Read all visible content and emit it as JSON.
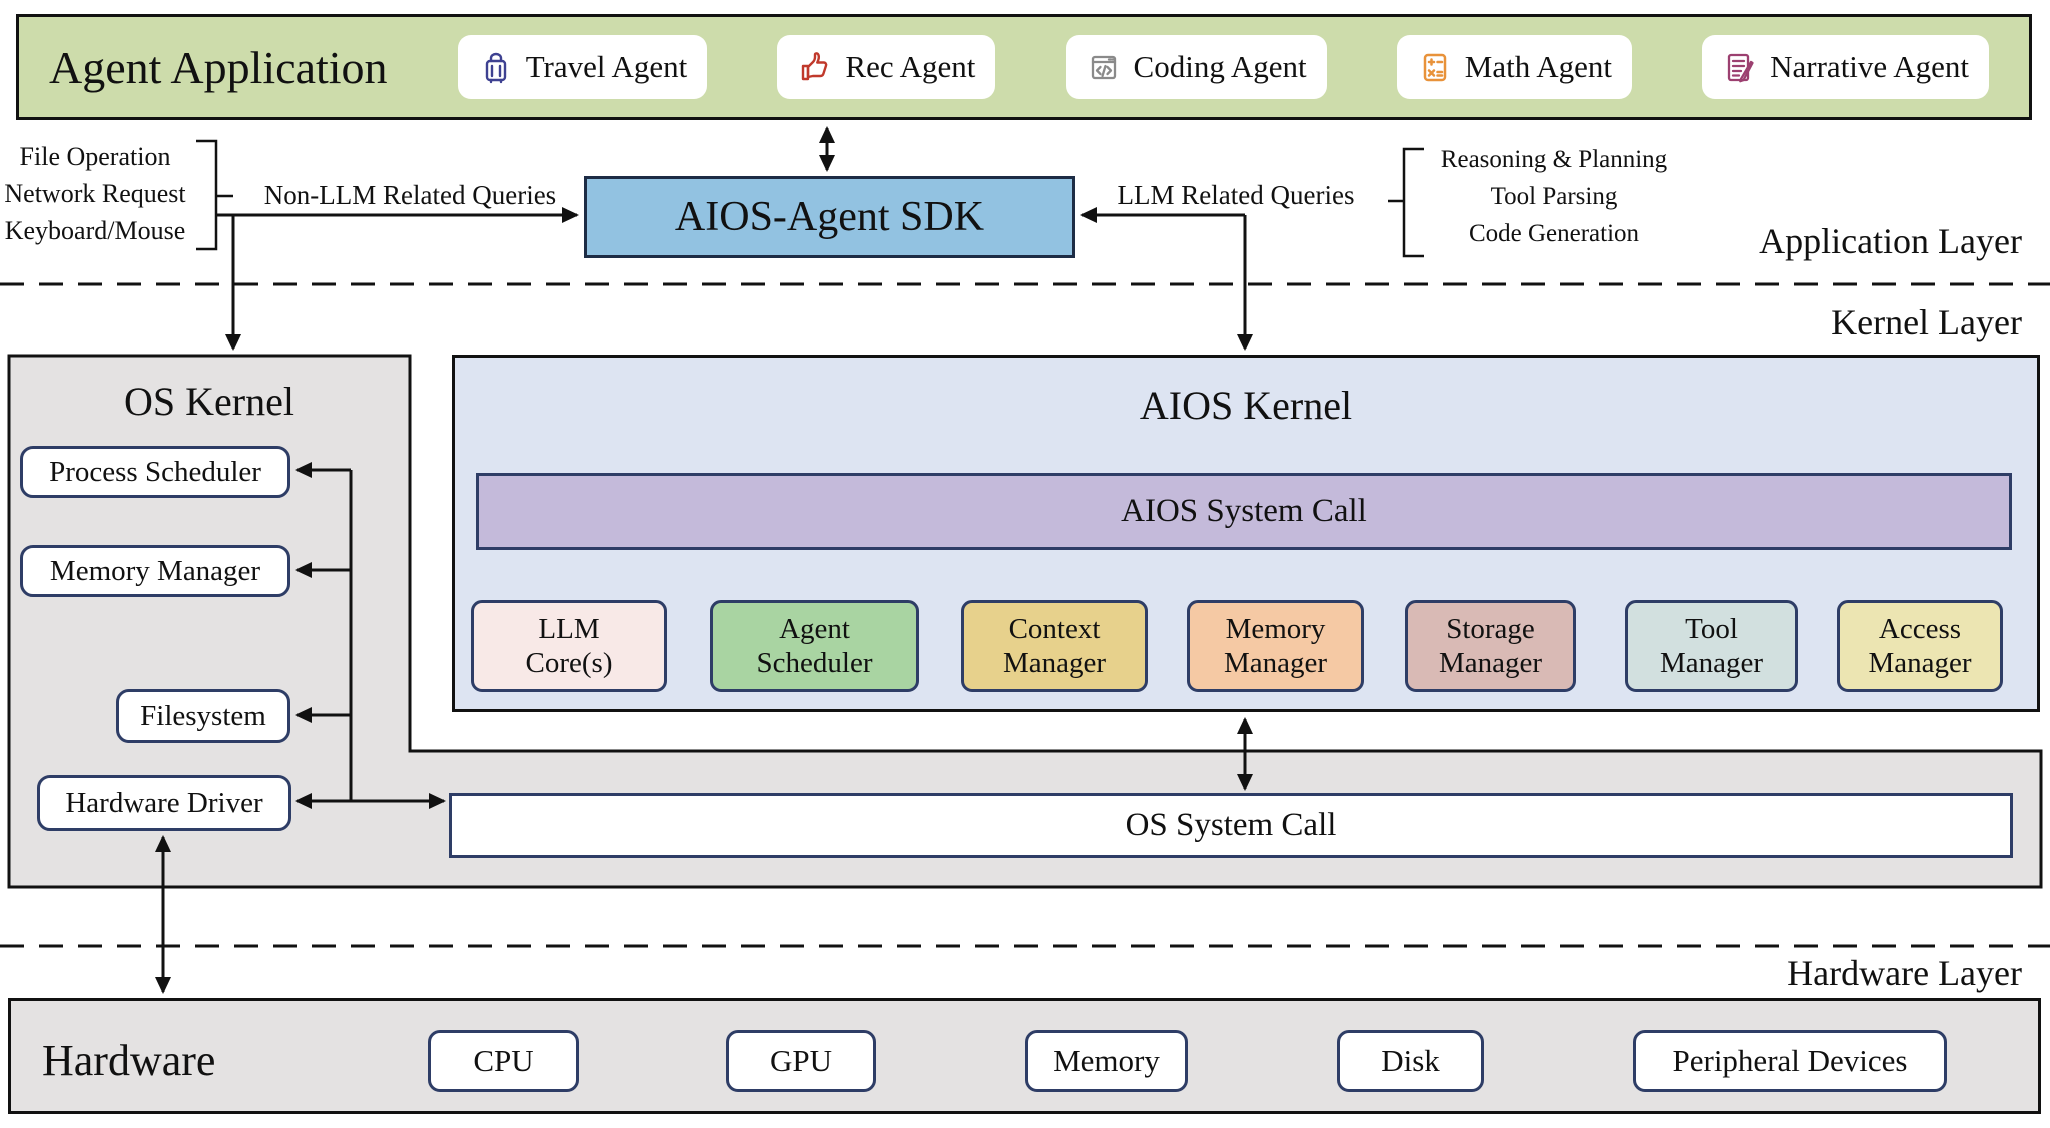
{
  "app_layer": {
    "title": "Agent Application",
    "layer_label": "Application Layer",
    "agents": [
      {
        "label": "Travel Agent",
        "icon": "suitcase-icon",
        "color": "#3e4191"
      },
      {
        "label": "Rec Agent",
        "icon": "thumbs-up-icon",
        "color": "#c0392b"
      },
      {
        "label": "Coding Agent",
        "icon": "code-window-icon",
        "color": "#8a8a8a"
      },
      {
        "label": "Math Agent",
        "icon": "calculator-icon",
        "color": "#e8923a"
      },
      {
        "label": "Narrative Agent",
        "icon": "document-pen-icon",
        "color": "#9c4070"
      }
    ]
  },
  "sdk": {
    "title": "AIOS-Agent SDK",
    "left_note_lines": [
      "File Operation",
      "Network Request",
      "Keyboard/Mouse"
    ],
    "left_query_label": "Non-LLM Related Queries",
    "right_query_label": "LLM Related Queries",
    "right_note_lines": [
      "Reasoning & Planning",
      "Tool Parsing",
      "Code Generation"
    ]
  },
  "kernel_layer": {
    "layer_label": "Kernel Layer",
    "os_kernel": {
      "title": "OS Kernel",
      "modules": [
        "Process Scheduler",
        "Memory Manager",
        "Filesystem",
        "Hardware Driver"
      ]
    },
    "aios_kernel": {
      "title": "AIOS Kernel",
      "system_call": "AIOS System Call",
      "modules": [
        {
          "line1": "LLM",
          "line2": "Core(s)",
          "color": "#f8e9e7"
        },
        {
          "line1": "Agent",
          "line2": "Scheduler",
          "color": "#a9d4a2"
        },
        {
          "line1": "Context",
          "line2": "Manager",
          "color": "#e7d18c"
        },
        {
          "line1": "Memory",
          "line2": "Manager",
          "color": "#f5c9a4"
        },
        {
          "line1": "Storage",
          "line2": "Manager",
          "color": "#d9bab5"
        },
        {
          "line1": "Tool",
          "line2": "Manager",
          "color": "#d2e0df"
        },
        {
          "line1": "Access",
          "line2": "Manager",
          "color": "#ece5b2"
        }
      ]
    },
    "os_system_call": "OS System Call"
  },
  "hardware_layer": {
    "layer_label": "Hardware Layer",
    "title": "Hardware",
    "devices": [
      "CPU",
      "GPU",
      "Memory",
      "Disk",
      "Peripheral Devices"
    ]
  },
  "colors": {
    "app_bar_bg": "#cddcab",
    "sdk_bg": "#92c2e1",
    "aios_kernel_bg": "#dde4f2",
    "aios_syscall_bg": "#c4bada",
    "gray_region_bg": "#e4e2e2",
    "box_border_navy": "#2e3d66",
    "line_black": "#111111"
  }
}
